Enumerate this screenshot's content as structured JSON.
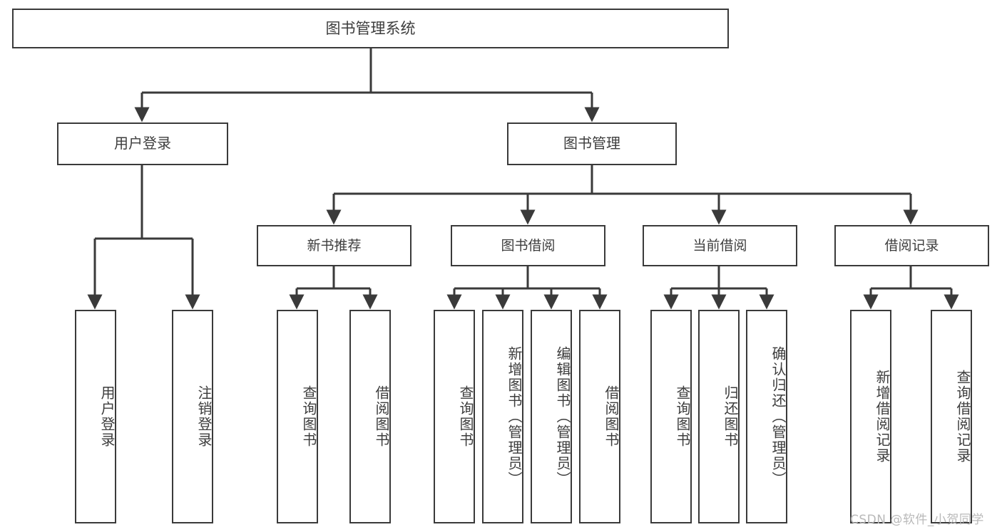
{
  "diagram": {
    "title": "图书管理系统",
    "type": "function-structure-tree",
    "watermark": "CSDN @软件_小贺同学",
    "colors": {
      "border": "#3a3a3a",
      "text": "#3d3d3d",
      "background": "#ffffff",
      "watermark": "#b9b9b9"
    },
    "root": {
      "label": "图书管理系统"
    },
    "level1": [
      {
        "id": "user-login",
        "label": "用户登录"
      },
      {
        "id": "book-manage",
        "label": "图书管理"
      }
    ],
    "groups": [
      {
        "id": "new-book-recommend",
        "label": "新书推荐"
      },
      {
        "id": "book-borrow",
        "label": "图书借阅"
      },
      {
        "id": "current-borrow",
        "label": "当前借阅"
      },
      {
        "id": "borrow-record",
        "label": "借阅记录"
      }
    ],
    "leaves": {
      "user-login": [
        {
          "id": "leaf-user-login",
          "label": "用户登录"
        },
        {
          "id": "leaf-user-logout",
          "label": "注销登录"
        }
      ],
      "new-book-recommend": [
        {
          "id": "leaf-query-book-1",
          "label": "查询图书"
        },
        {
          "id": "leaf-borrow-book-1",
          "label": "借阅图书"
        }
      ],
      "book-borrow": [
        {
          "id": "leaf-query-book-2",
          "label": "查询图书"
        },
        {
          "id": "leaf-add-book",
          "label": "新增图书（管理员）"
        },
        {
          "id": "leaf-edit-book",
          "label": "编辑图书（管理员）"
        },
        {
          "id": "leaf-borrow-book-2",
          "label": "借阅图书"
        }
      ],
      "current-borrow": [
        {
          "id": "leaf-query-book-3",
          "label": "查询图书"
        },
        {
          "id": "leaf-return-book",
          "label": "归还图书"
        },
        {
          "id": "leaf-confirm-return",
          "label": "确认归还（管理员）"
        }
      ],
      "borrow-record": [
        {
          "id": "leaf-add-record",
          "label": "新增借阅记录"
        },
        {
          "id": "leaf-query-record",
          "label": "查询借阅记录"
        }
      ]
    }
  }
}
